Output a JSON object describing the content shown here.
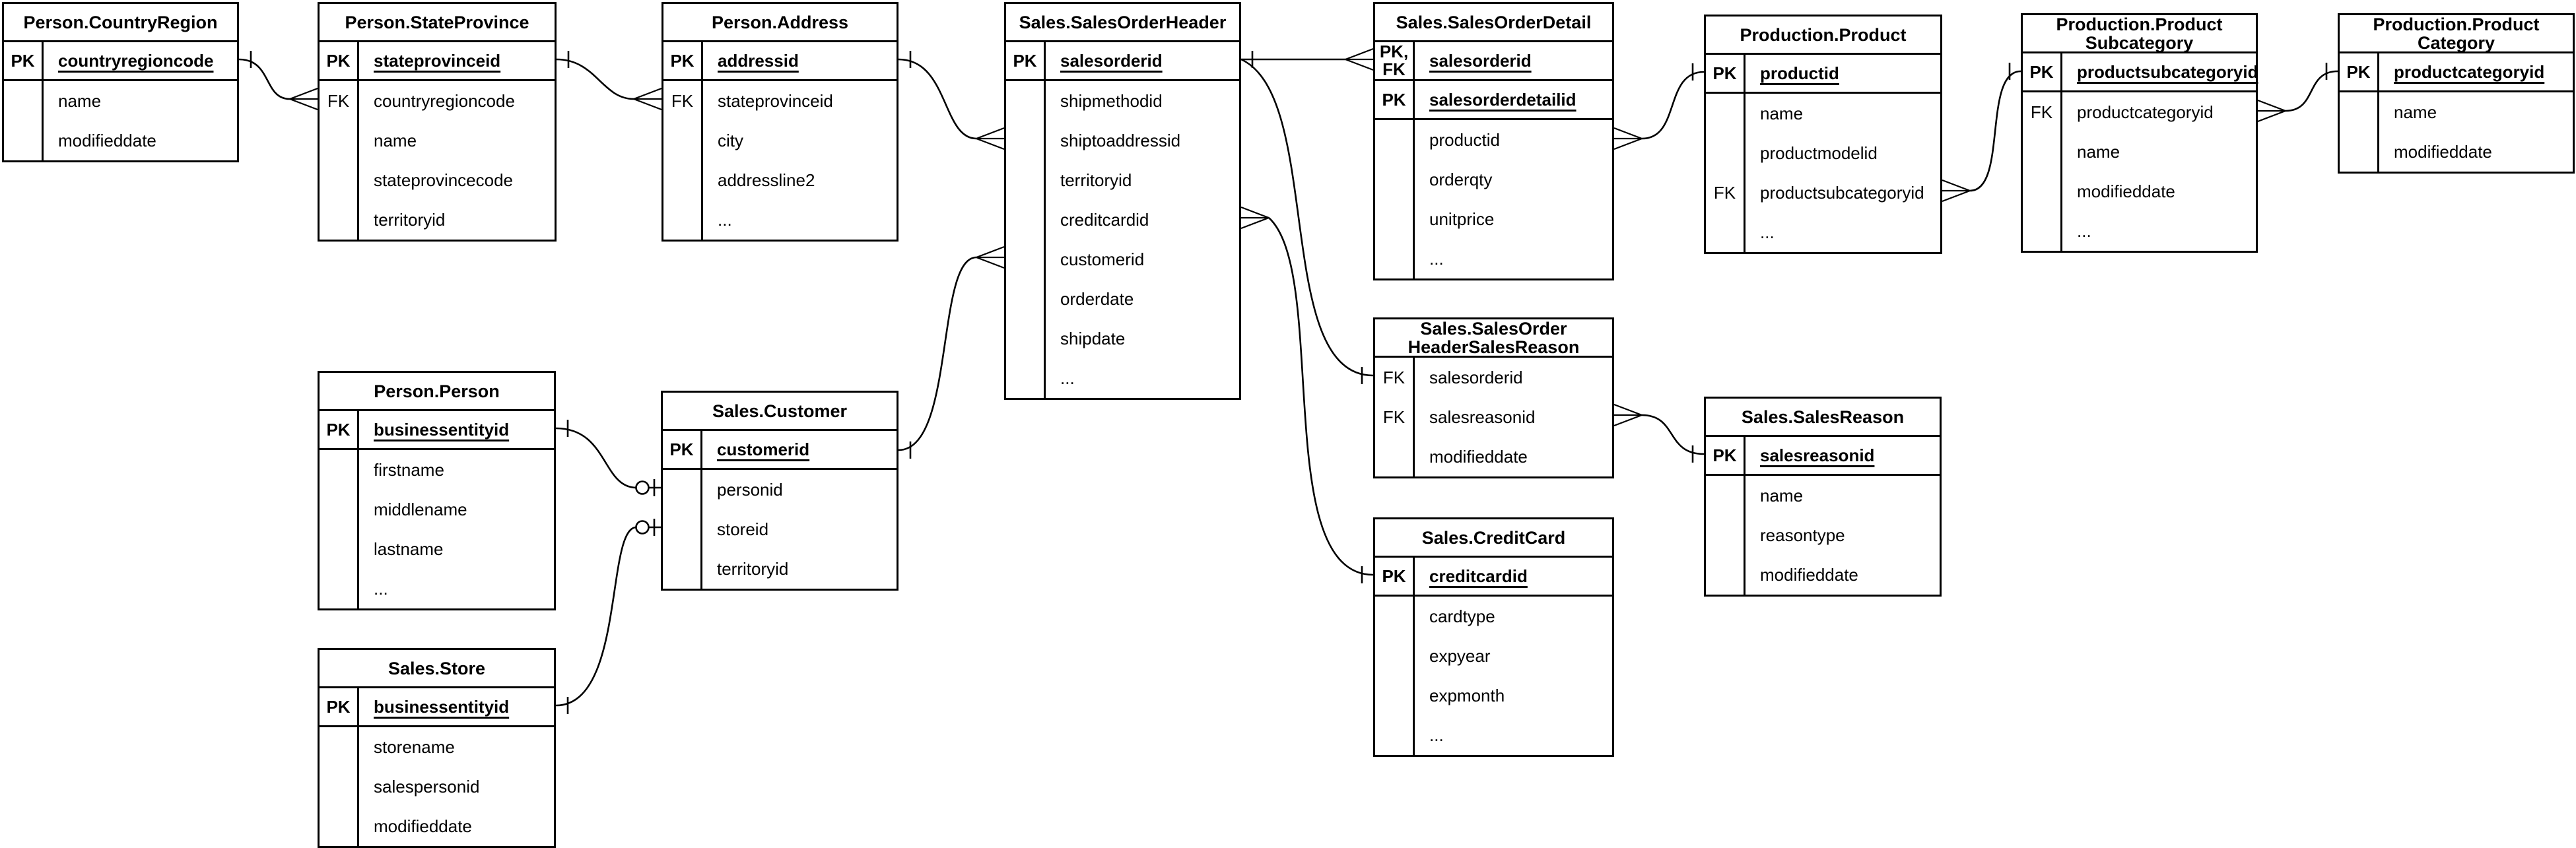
{
  "diagram": {
    "notation": "crow's foot ER diagram",
    "entities": [
      {
        "id": "countryregion",
        "title_lines": [
          "Person.CountryRegion"
        ],
        "key_rows": [
          {
            "key": "PK",
            "name": "countryregioncode"
          }
        ],
        "body_rows": [
          {
            "key": "",
            "name": "name"
          },
          {
            "key": "",
            "name": "modifieddate"
          }
        ]
      },
      {
        "id": "stateprovince",
        "title_lines": [
          "Person.StateProvince"
        ],
        "key_rows": [
          {
            "key": "PK",
            "name": "stateprovinceid"
          }
        ],
        "body_rows": [
          {
            "key": "FK",
            "name": "countryregioncode"
          },
          {
            "key": "",
            "name": "name"
          },
          {
            "key": "",
            "name": "stateprovincecode"
          },
          {
            "key": "",
            "name": "territoryid"
          }
        ]
      },
      {
        "id": "address",
        "title_lines": [
          "Person.Address"
        ],
        "key_rows": [
          {
            "key": "PK",
            "name": "addressid"
          }
        ],
        "body_rows": [
          {
            "key": "FK",
            "name": "stateprovinceid"
          },
          {
            "key": "",
            "name": "city"
          },
          {
            "key": "",
            "name": "addressline2"
          },
          {
            "key": "",
            "name": "..."
          }
        ]
      },
      {
        "id": "salesorderheader",
        "title_lines": [
          "Sales.SalesOrderHeader"
        ],
        "key_rows": [
          {
            "key": "PK",
            "name": "salesorderid"
          }
        ],
        "body_rows": [
          {
            "key": "",
            "name": "shipmethodid"
          },
          {
            "key": "",
            "name": "shiptoaddressid"
          },
          {
            "key": "",
            "name": "territoryid"
          },
          {
            "key": "",
            "name": "creditcardid"
          },
          {
            "key": "",
            "name": "customerid"
          },
          {
            "key": "",
            "name": "orderdate"
          },
          {
            "key": "",
            "name": "shipdate"
          },
          {
            "key": "",
            "name": "..."
          }
        ]
      },
      {
        "id": "salesorderdetail",
        "title_lines": [
          "Sales.SalesOrderDetail"
        ],
        "key_rows": [
          {
            "key": "PK,\nFK",
            "name": "salesorderid"
          },
          {
            "key": "PK",
            "name": "salesorderdetailid"
          }
        ],
        "body_rows": [
          {
            "key": "",
            "name": "productid"
          },
          {
            "key": "",
            "name": "orderqty"
          },
          {
            "key": "",
            "name": "unitprice"
          },
          {
            "key": "",
            "name": "..."
          }
        ]
      },
      {
        "id": "product",
        "title_lines": [
          "Production.Product"
        ],
        "key_rows": [
          {
            "key": "PK",
            "name": "productid"
          }
        ],
        "body_rows": [
          {
            "key": "",
            "name": "name"
          },
          {
            "key": "",
            "name": "productmodelid"
          },
          {
            "key": "FK",
            "name": "productsubcategoryid"
          },
          {
            "key": "",
            "name": "..."
          }
        ]
      },
      {
        "id": "productsubcategory",
        "title_lines": [
          "Production.Product",
          "Subcategory"
        ],
        "key_rows": [
          {
            "key": "PK",
            "name": "productsubcategoryid"
          }
        ],
        "body_rows": [
          {
            "key": "FK",
            "name": "productcategoryid"
          },
          {
            "key": "",
            "name": "name"
          },
          {
            "key": "",
            "name": "modifieddate"
          },
          {
            "key": "",
            "name": "..."
          }
        ]
      },
      {
        "id": "productcategory",
        "title_lines": [
          "Production.Product",
          "Category"
        ],
        "key_rows": [
          {
            "key": "PK",
            "name": "productcategoryid"
          }
        ],
        "body_rows": [
          {
            "key": "",
            "name": "name"
          },
          {
            "key": "",
            "name": "modifieddate"
          }
        ]
      },
      {
        "id": "person",
        "title_lines": [
          "Person.Person"
        ],
        "key_rows": [
          {
            "key": "PK",
            "name": "businessentityid"
          }
        ],
        "body_rows": [
          {
            "key": "",
            "name": "firstname"
          },
          {
            "key": "",
            "name": "middlename"
          },
          {
            "key": "",
            "name": "lastname"
          },
          {
            "key": "",
            "name": "..."
          }
        ]
      },
      {
        "id": "customer",
        "title_lines": [
          "Sales.Customer"
        ],
        "key_rows": [
          {
            "key": "PK",
            "name": "customerid"
          }
        ],
        "body_rows": [
          {
            "key": "",
            "name": "personid"
          },
          {
            "key": "",
            "name": "storeid"
          },
          {
            "key": "",
            "name": "territoryid"
          }
        ]
      },
      {
        "id": "store",
        "title_lines": [
          "Sales.Store"
        ],
        "key_rows": [
          {
            "key": "PK",
            "name": "businessentityid"
          }
        ],
        "body_rows": [
          {
            "key": "",
            "name": "storename"
          },
          {
            "key": "",
            "name": "salespersonid"
          },
          {
            "key": "",
            "name": "modifieddate"
          }
        ]
      },
      {
        "id": "salesorderheadersalesreason",
        "title_lines": [
          "Sales.SalesOrder",
          "HeaderSalesReason"
        ],
        "key_rows": [],
        "body_rows": [
          {
            "key": "FK",
            "name": "salesorderid"
          },
          {
            "key": "FK",
            "name": "salesreasonid"
          },
          {
            "key": "",
            "name": "modifieddate"
          }
        ]
      },
      {
        "id": "salesreason",
        "title_lines": [
          "Sales.SalesReason"
        ],
        "key_rows": [
          {
            "key": "PK",
            "name": "salesreasonid"
          }
        ],
        "body_rows": [
          {
            "key": "",
            "name": "name"
          },
          {
            "key": "",
            "name": "reasontype"
          },
          {
            "key": "",
            "name": "modifieddate"
          }
        ]
      },
      {
        "id": "creditcard",
        "title_lines": [
          "Sales.CreditCard"
        ],
        "key_rows": [
          {
            "key": "PK",
            "name": "creditcardid"
          }
        ],
        "body_rows": [
          {
            "key": "",
            "name": "cardtype"
          },
          {
            "key": "",
            "name": "expyear"
          },
          {
            "key": "",
            "name": "expmonth"
          },
          {
            "key": "",
            "name": "..."
          }
        ]
      }
    ],
    "relationships": [
      {
        "id": "r1",
        "from": {
          "entity": "Person.CountryRegion",
          "attribute": "countryregioncode",
          "cardinality": "one"
        },
        "to": {
          "entity": "Person.StateProvince",
          "attribute": "countryregioncode",
          "cardinality": "many"
        }
      },
      {
        "id": "r2",
        "from": {
          "entity": "Person.StateProvince",
          "attribute": "stateprovinceid",
          "cardinality": "one"
        },
        "to": {
          "entity": "Person.Address",
          "attribute": "stateprovinceid",
          "cardinality": "many"
        }
      },
      {
        "id": "r3",
        "from": {
          "entity": "Person.Address",
          "attribute": "addressid",
          "cardinality": "one"
        },
        "to": {
          "entity": "Sales.SalesOrderHeader",
          "attribute": "shiptoaddressid",
          "cardinality": "many"
        }
      },
      {
        "id": "r4",
        "from": {
          "entity": "Sales.Customer",
          "attribute": "customerid",
          "cardinality": "one"
        },
        "to": {
          "entity": "Sales.SalesOrderHeader",
          "attribute": "customerid",
          "cardinality": "many"
        }
      },
      {
        "id": "r5",
        "from": {
          "entity": "Sales.SalesOrderHeader",
          "attribute": "salesorderid",
          "cardinality": "one"
        },
        "to": {
          "entity": "Sales.SalesOrderDetail",
          "attribute": "salesorderid",
          "cardinality": "many"
        }
      },
      {
        "id": "r6",
        "from": {
          "entity": "Sales.SalesOrderHeader",
          "attribute": "salesorderid",
          "cardinality": "one"
        },
        "to": {
          "entity": "Sales.SalesOrderHeaderSalesReason",
          "attribute": "salesorderid",
          "cardinality": "one"
        }
      },
      {
        "id": "r7",
        "from": {
          "entity": "Sales.CreditCard",
          "attribute": "creditcardid",
          "cardinality": "one"
        },
        "to": {
          "entity": "Sales.SalesOrderHeader",
          "attribute": "creditcardid",
          "cardinality": "many"
        }
      },
      {
        "id": "r8",
        "from": {
          "entity": "Production.Product",
          "attribute": "productid",
          "cardinality": "one"
        },
        "to": {
          "entity": "Sales.SalesOrderDetail",
          "attribute": "productid",
          "cardinality": "many"
        }
      },
      {
        "id": "r9",
        "from": {
          "entity": "Production.ProductSubcategory",
          "attribute": "productsubcategoryid",
          "cardinality": "one"
        },
        "to": {
          "entity": "Production.Product",
          "attribute": "productsubcategoryid",
          "cardinality": "many"
        }
      },
      {
        "id": "r10",
        "from": {
          "entity": "Production.ProductCategory",
          "attribute": "productcategoryid",
          "cardinality": "one"
        },
        "to": {
          "entity": "Production.ProductSubcategory",
          "attribute": "productcategoryid",
          "cardinality": "many"
        }
      },
      {
        "id": "r11",
        "from": {
          "entity": "Person.Person",
          "attribute": "businessentityid",
          "cardinality": "one"
        },
        "to": {
          "entity": "Sales.Customer",
          "attribute": "personid",
          "cardinality": "zero-or-one"
        }
      },
      {
        "id": "r12",
        "from": {
          "entity": "Sales.Store",
          "attribute": "businessentityid",
          "cardinality": "one"
        },
        "to": {
          "entity": "Sales.Customer",
          "attribute": "storeid",
          "cardinality": "zero-or-one"
        }
      },
      {
        "id": "r13",
        "from": {
          "entity": "Sales.SalesReason",
          "attribute": "salesreasonid",
          "cardinality": "one"
        },
        "to": {
          "entity": "Sales.SalesOrderHeaderSalesReason",
          "attribute": "salesreasonid",
          "cardinality": "many"
        }
      }
    ],
    "colors": {
      "line": "#000000",
      "background": "#ffffff",
      "text": "#000000"
    }
  }
}
